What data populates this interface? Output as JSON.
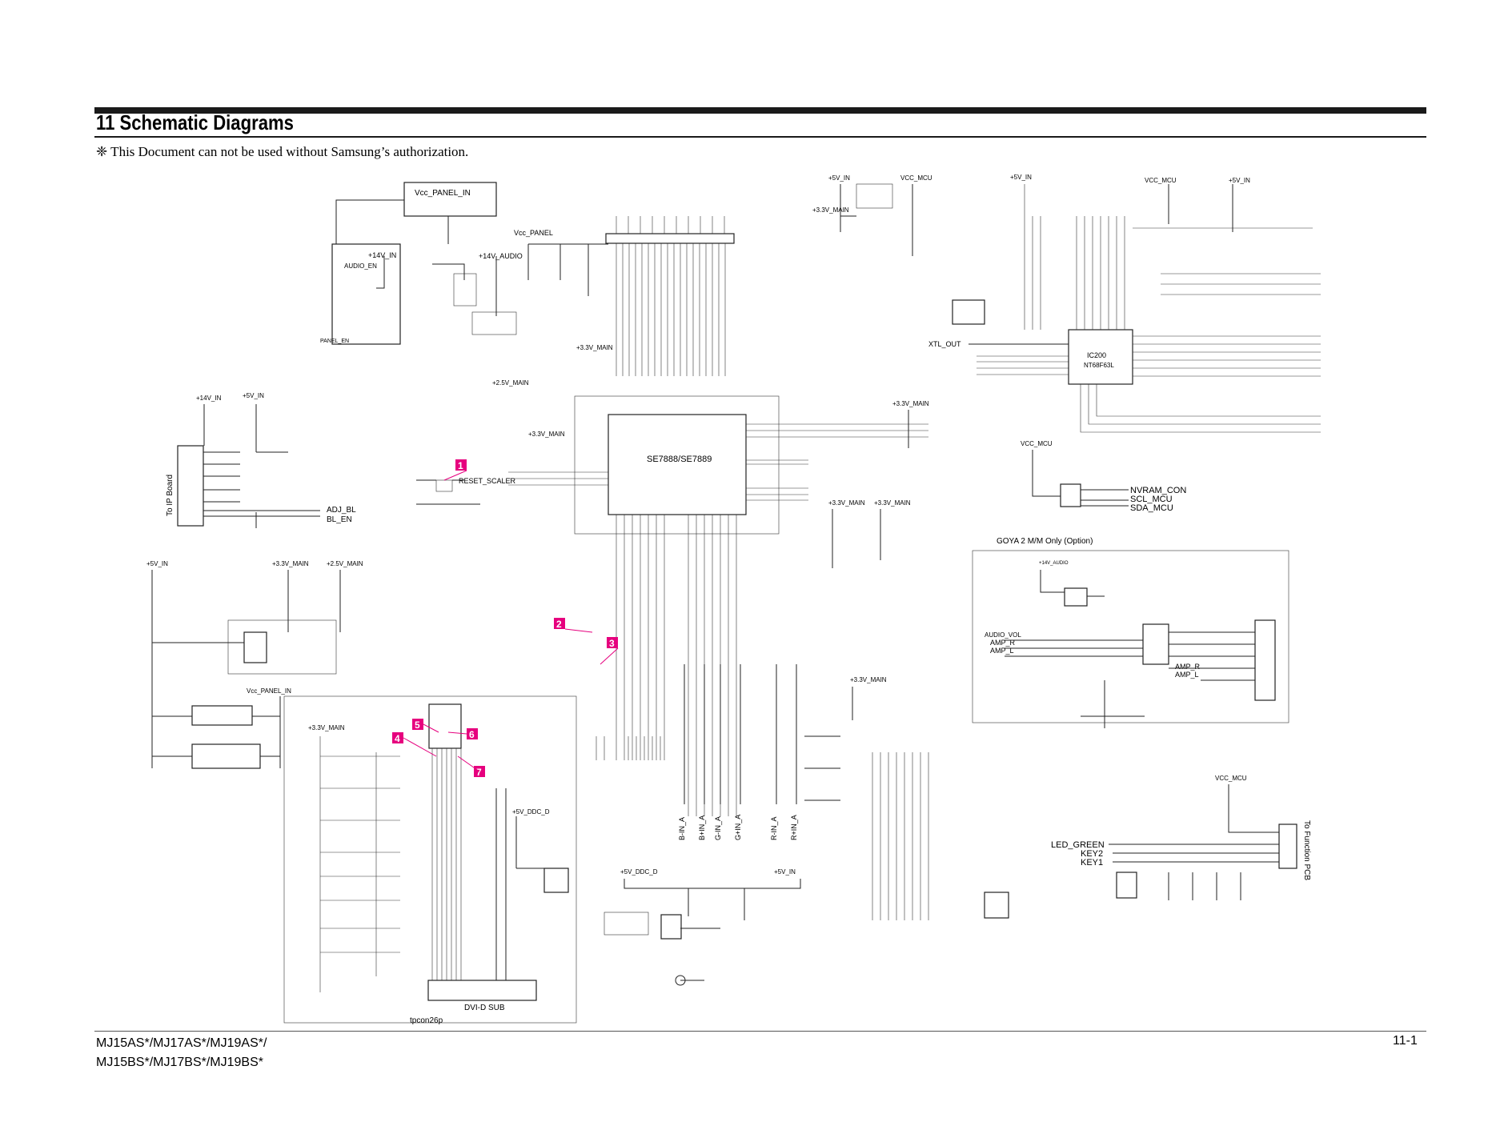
{
  "header": {
    "title": "11 Schematic Diagrams",
    "notice": "❈ This Document can not be used without Samsung’s authorization."
  },
  "footer": {
    "models_line1": "MJ15AS*/MJ17AS*/MJ19AS*/",
    "models_line2": "MJ15BS*/MJ17BS*/MJ19BS*",
    "page_number": "11-1"
  },
  "schematic": {
    "ics": {
      "scaler": "SE7888/SE7889",
      "mcu_ref": "IC200",
      "mcu_part": "NT68F63L",
      "connector": "tpcon26p",
      "dvi": "DVI-D SUB"
    },
    "board_labels": {
      "to_ip_board": "To IP Board",
      "to_function_pcb": "To Function PCB",
      "goya_option": "GOYA 2 M/M Only (Option)"
    },
    "rails": {
      "vcc_panel_in": "Vcc_PANEL_IN",
      "vcc_panel": "Vcc_PANEL",
      "p14v_in": "+14V_IN",
      "p14v_audio": "+14V_AUDIO",
      "p5v_in": "+5V_IN",
      "vcc_mcu": "VCC_MCU",
      "p33v_main": "+3.3V_MAIN",
      "p25v_main": "+2.5V_MAIN",
      "p5v_ddc_d": "+5V_DDC_D"
    },
    "signals": {
      "reset_scaler": "RESET_SCALER",
      "adj_bl": "ADJ_BL",
      "bl_en": "BL_EN",
      "panel_en": "PANEL_EN",
      "audio_en": "AUDIO_EN",
      "xtl_out": "XTL_OUT",
      "nvram_con": "NVRAM_CON",
      "scl_mcu": "SCL_MCU",
      "sda_mcu": "SDA_MCU",
      "audio_vol": "AUDIO_VOL",
      "amp_r": "AMP_R",
      "amp_l": "AMP_L",
      "led_green": "LED_GREEN",
      "key2": "KEY2",
      "key1": "KEY1",
      "b_in_a": "B-IN_A",
      "g_in_a": "G-IN_A",
      "r_in_a": "R-IN_A",
      "b_plus_in_a": "B+IN_A",
      "g_plus_in_a": "G+IN_A",
      "r_plus_in_a": "R+IN_A"
    },
    "markers": [
      "1",
      "2",
      "3",
      "4",
      "5",
      "6",
      "7"
    ]
  }
}
